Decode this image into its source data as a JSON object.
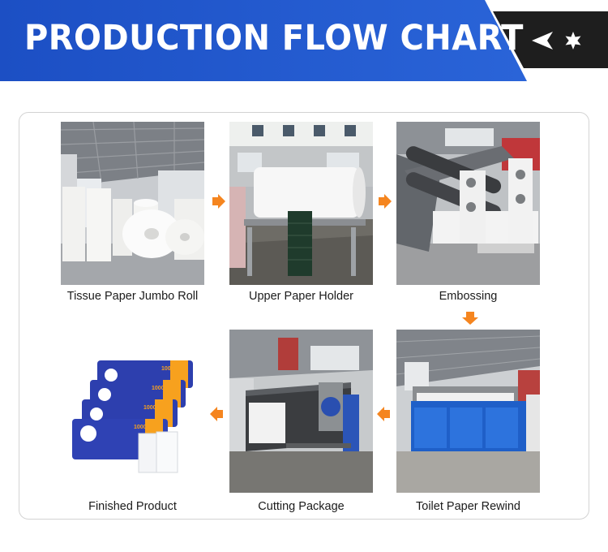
{
  "header": {
    "title": "PRODUCTION FLOW CHART",
    "icons": [
      "arrowhead-icon",
      "star-icon"
    ]
  },
  "colors": {
    "banner_blue": "#1f56c9",
    "banner_dark": "#1e1e1e",
    "arrow_orange": "#f5851f"
  },
  "steps": [
    {
      "label": "Tissue Paper Jumbo Roll"
    },
    {
      "label": "Upper Paper Holder"
    },
    {
      "label": "Embossing"
    },
    {
      "label": "Toilet Paper Rewind"
    },
    {
      "label": "Cutting Package"
    },
    {
      "label": "Finished Product"
    }
  ],
  "product": {
    "count_label": "1000"
  }
}
